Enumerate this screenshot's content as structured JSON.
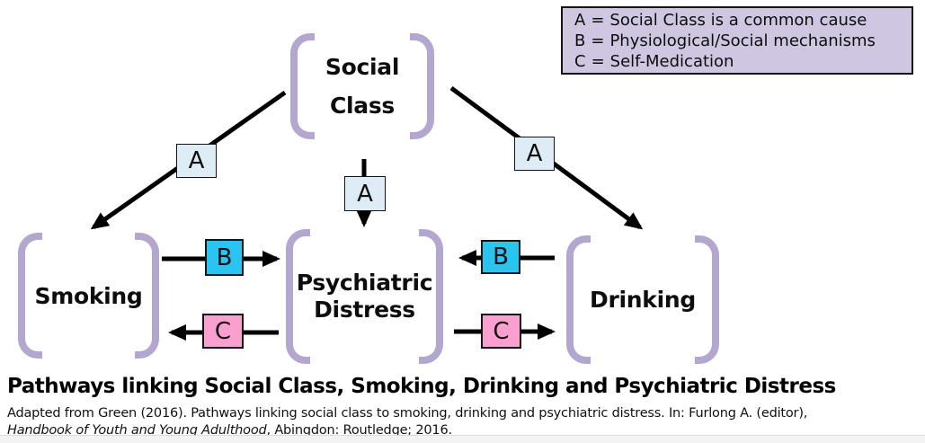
{
  "legend": {
    "separator": "=",
    "items": [
      {
        "key": "A",
        "desc": "Social Class is a common cause"
      },
      {
        "key": "B",
        "desc": "Physiological/Social mechanisms"
      },
      {
        "key": "C",
        "desc": "Self-Medication"
      }
    ]
  },
  "nodes": {
    "social_class": {
      "line1": "Social",
      "line2": "Class"
    },
    "smoking": {
      "label": "Smoking"
    },
    "psychiatric_distress": {
      "line1": "Psychiatric",
      "line2": "Distress"
    },
    "drinking": {
      "label": "Drinking"
    }
  },
  "pathway_labels": {
    "a": "A",
    "b": "B",
    "c": "C"
  },
  "caption": {
    "title": "Pathways linking Social Class, Smoking, Drinking and Psychiatric Distress",
    "line1": "Adapted from Green (2016). Pathways linking social class to smoking, drinking and psychiatric distress. In: Furlong A. (editor),",
    "book_title": "Handbook of Youth and Young Adulthood",
    "line2_rest": ", Abingdon: Routledge; 2016."
  },
  "colors": {
    "bracket": "#b3a6cf",
    "legend_bg": "#cfc7e2",
    "label_a_bg": "#ddecf5",
    "label_b_bg": "#29c4f0",
    "label_c_bg": "#fb9fd0",
    "arrow": "#000000"
  }
}
